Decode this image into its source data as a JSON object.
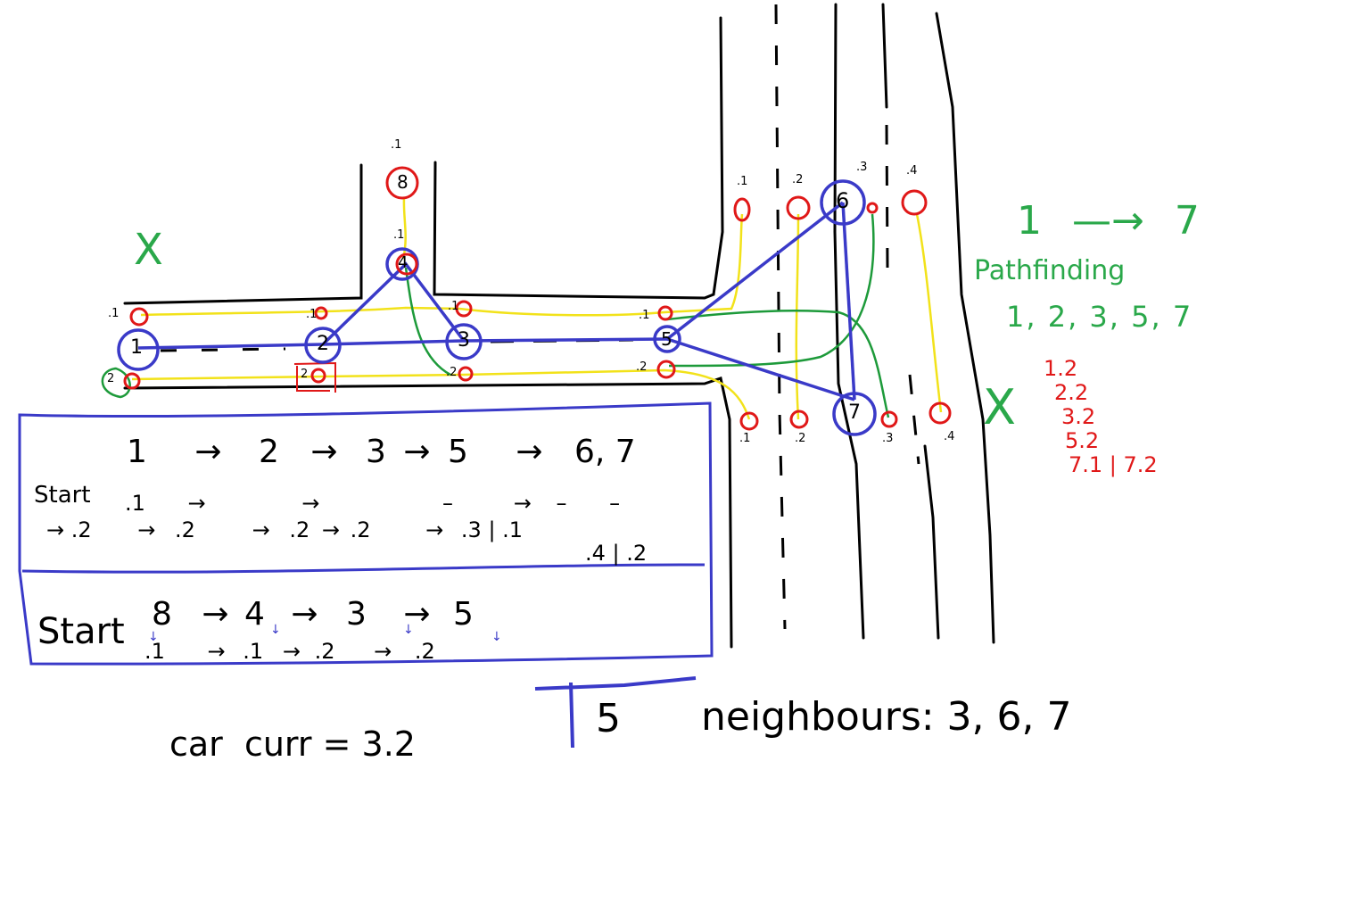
{
  "colors": {
    "road": "#000000",
    "graph": "#3a3ac8",
    "lane_point": "#e01818",
    "connection_yellow": "#f2e21a",
    "connection_green": "#1d9a3a",
    "annotation_green": "#2aa84a",
    "annotation_red": "#e01818"
  },
  "nodes": {
    "n1": "1",
    "n2": "2",
    "n3": "3",
    "n4": "4",
    "n5": "5",
    "n6": "6",
    "n7": "7",
    "n8": "8"
  },
  "lane_labels": {
    "l1a": ".1",
    "l1b": "2",
    "l2a": ".1",
    "l2b": "2",
    "l3a": ".1",
    "l3b": ".2",
    "l5a": ".1",
    "l5b": ".2",
    "l4a": ".1",
    "l8a": ".1",
    "top1": ".1",
    "top2": ".2",
    "top3": ".3",
    "top4": ".4",
    "bot1": ".1",
    "bot2": ".2",
    "bot3": ".3",
    "bot4": ".4"
  },
  "marks": {
    "x_left": "X",
    "x_right": "X"
  },
  "right_panel": {
    "route_from": "1",
    "route_arrow": "—→",
    "route_to": "7",
    "title": "Pathfinding",
    "path": "1, 2, 3, 5, 7",
    "lanes": [
      "1.2",
      "2.2",
      "3.2",
      "5.2",
      "7.1 | 7.2"
    ]
  },
  "table": {
    "row1_nodes": [
      "1",
      "→",
      "2",
      "→",
      "3",
      "→",
      "5",
      "→",
      "6, 7"
    ],
    "row1_start": "Start",
    "row1_lanes_a": [
      ".1",
      "→",
      "→",
      "–",
      "→",
      "–",
      "–"
    ],
    "row1_lanes_b": [
      "→ .2",
      "→",
      ".2",
      "→",
      ".2",
      "→",
      ".2",
      "→",
      ".3 | .1",
      ".4 | .2"
    ],
    "row2_start": "Start",
    "row2_nodes": [
      "8",
      "→",
      "4",
      "→",
      "3",
      "→",
      "5"
    ],
    "row2_lanes": [
      ".1",
      "→",
      ".1",
      "→",
      ".2",
      "→",
      ".2"
    ]
  },
  "bottom": {
    "car_curr": "car  curr = 3.2",
    "node_marker": "5",
    "neighbours": "neighbours: 3, 6, 7"
  }
}
